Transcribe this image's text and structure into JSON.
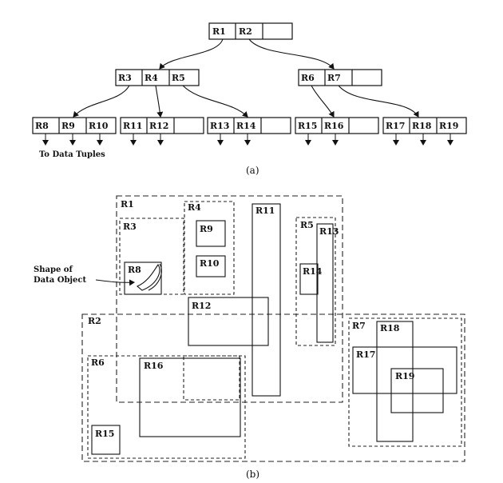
{
  "tree": {
    "root": [
      "R1",
      "R2"
    ],
    "level1_left": [
      "R3",
      "R4",
      "R5"
    ],
    "level1_right": [
      "R6",
      "R7"
    ],
    "leaves": [
      [
        "R8",
        "R9",
        "R10"
      ],
      [
        "R11",
        "R12"
      ],
      [
        "R13",
        "R14"
      ],
      [
        "R15",
        "R16"
      ],
      [
        "R17",
        "R18",
        "R19"
      ]
    ],
    "note": "To Data Tuples",
    "caption": "(a)"
  },
  "regions": {
    "R1": "R1",
    "R2": "R2",
    "R3": "R3",
    "R4": "R4",
    "R5": "R5",
    "R6": "R6",
    "R7": "R7",
    "R8": "R8",
    "R9": "R9",
    "R10": "R10",
    "R11": "R11",
    "R12": "R12",
    "R13": "R13",
    "R14": "R14",
    "R15": "R15",
    "R16": "R16",
    "R17": "R17",
    "R18": "R18",
    "R19": "R19"
  },
  "shape_note_line1": "Shape of",
  "shape_note_line2": "Data Object",
  "caption_b": "(b)"
}
